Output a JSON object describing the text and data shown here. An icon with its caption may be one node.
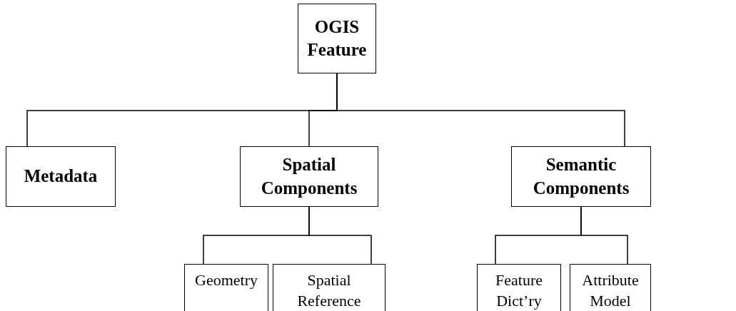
{
  "diagram": {
    "nodes": [
      {
        "text": [
          "OGIS Feature"
        ]
      },
      {
        "text": [
          "Metadata"
        ]
      },
      {
        "text": [
          "Spatial Components"
        ]
      },
      {
        "text": [
          "Semantic Components"
        ]
      },
      {
        "text": [
          "Geometry"
        ]
      },
      {
        "text": [
          "Spatial Reference"
        ]
      },
      {
        "text": [
          "Feature Dict’ry"
        ]
      },
      {
        "text": [
          "Attribute Model"
        ]
      }
    ],
    "edges": [
      {
        "from": 0,
        "to": 1,
        "arrow": "none"
      },
      {
        "from": 0,
        "to": 2,
        "arrow": "none"
      },
      {
        "from": 0,
        "to": 3,
        "arrow": "none"
      },
      {
        "from": 2,
        "to": 4,
        "arrow": "none"
      },
      {
        "from": 2,
        "to": 5,
        "arrow": "none"
      },
      {
        "from": 3,
        "to": 6,
        "arrow": "none"
      },
      {
        "from": 3,
        "to": 7,
        "arrow": "none"
      }
    ]
  }
}
